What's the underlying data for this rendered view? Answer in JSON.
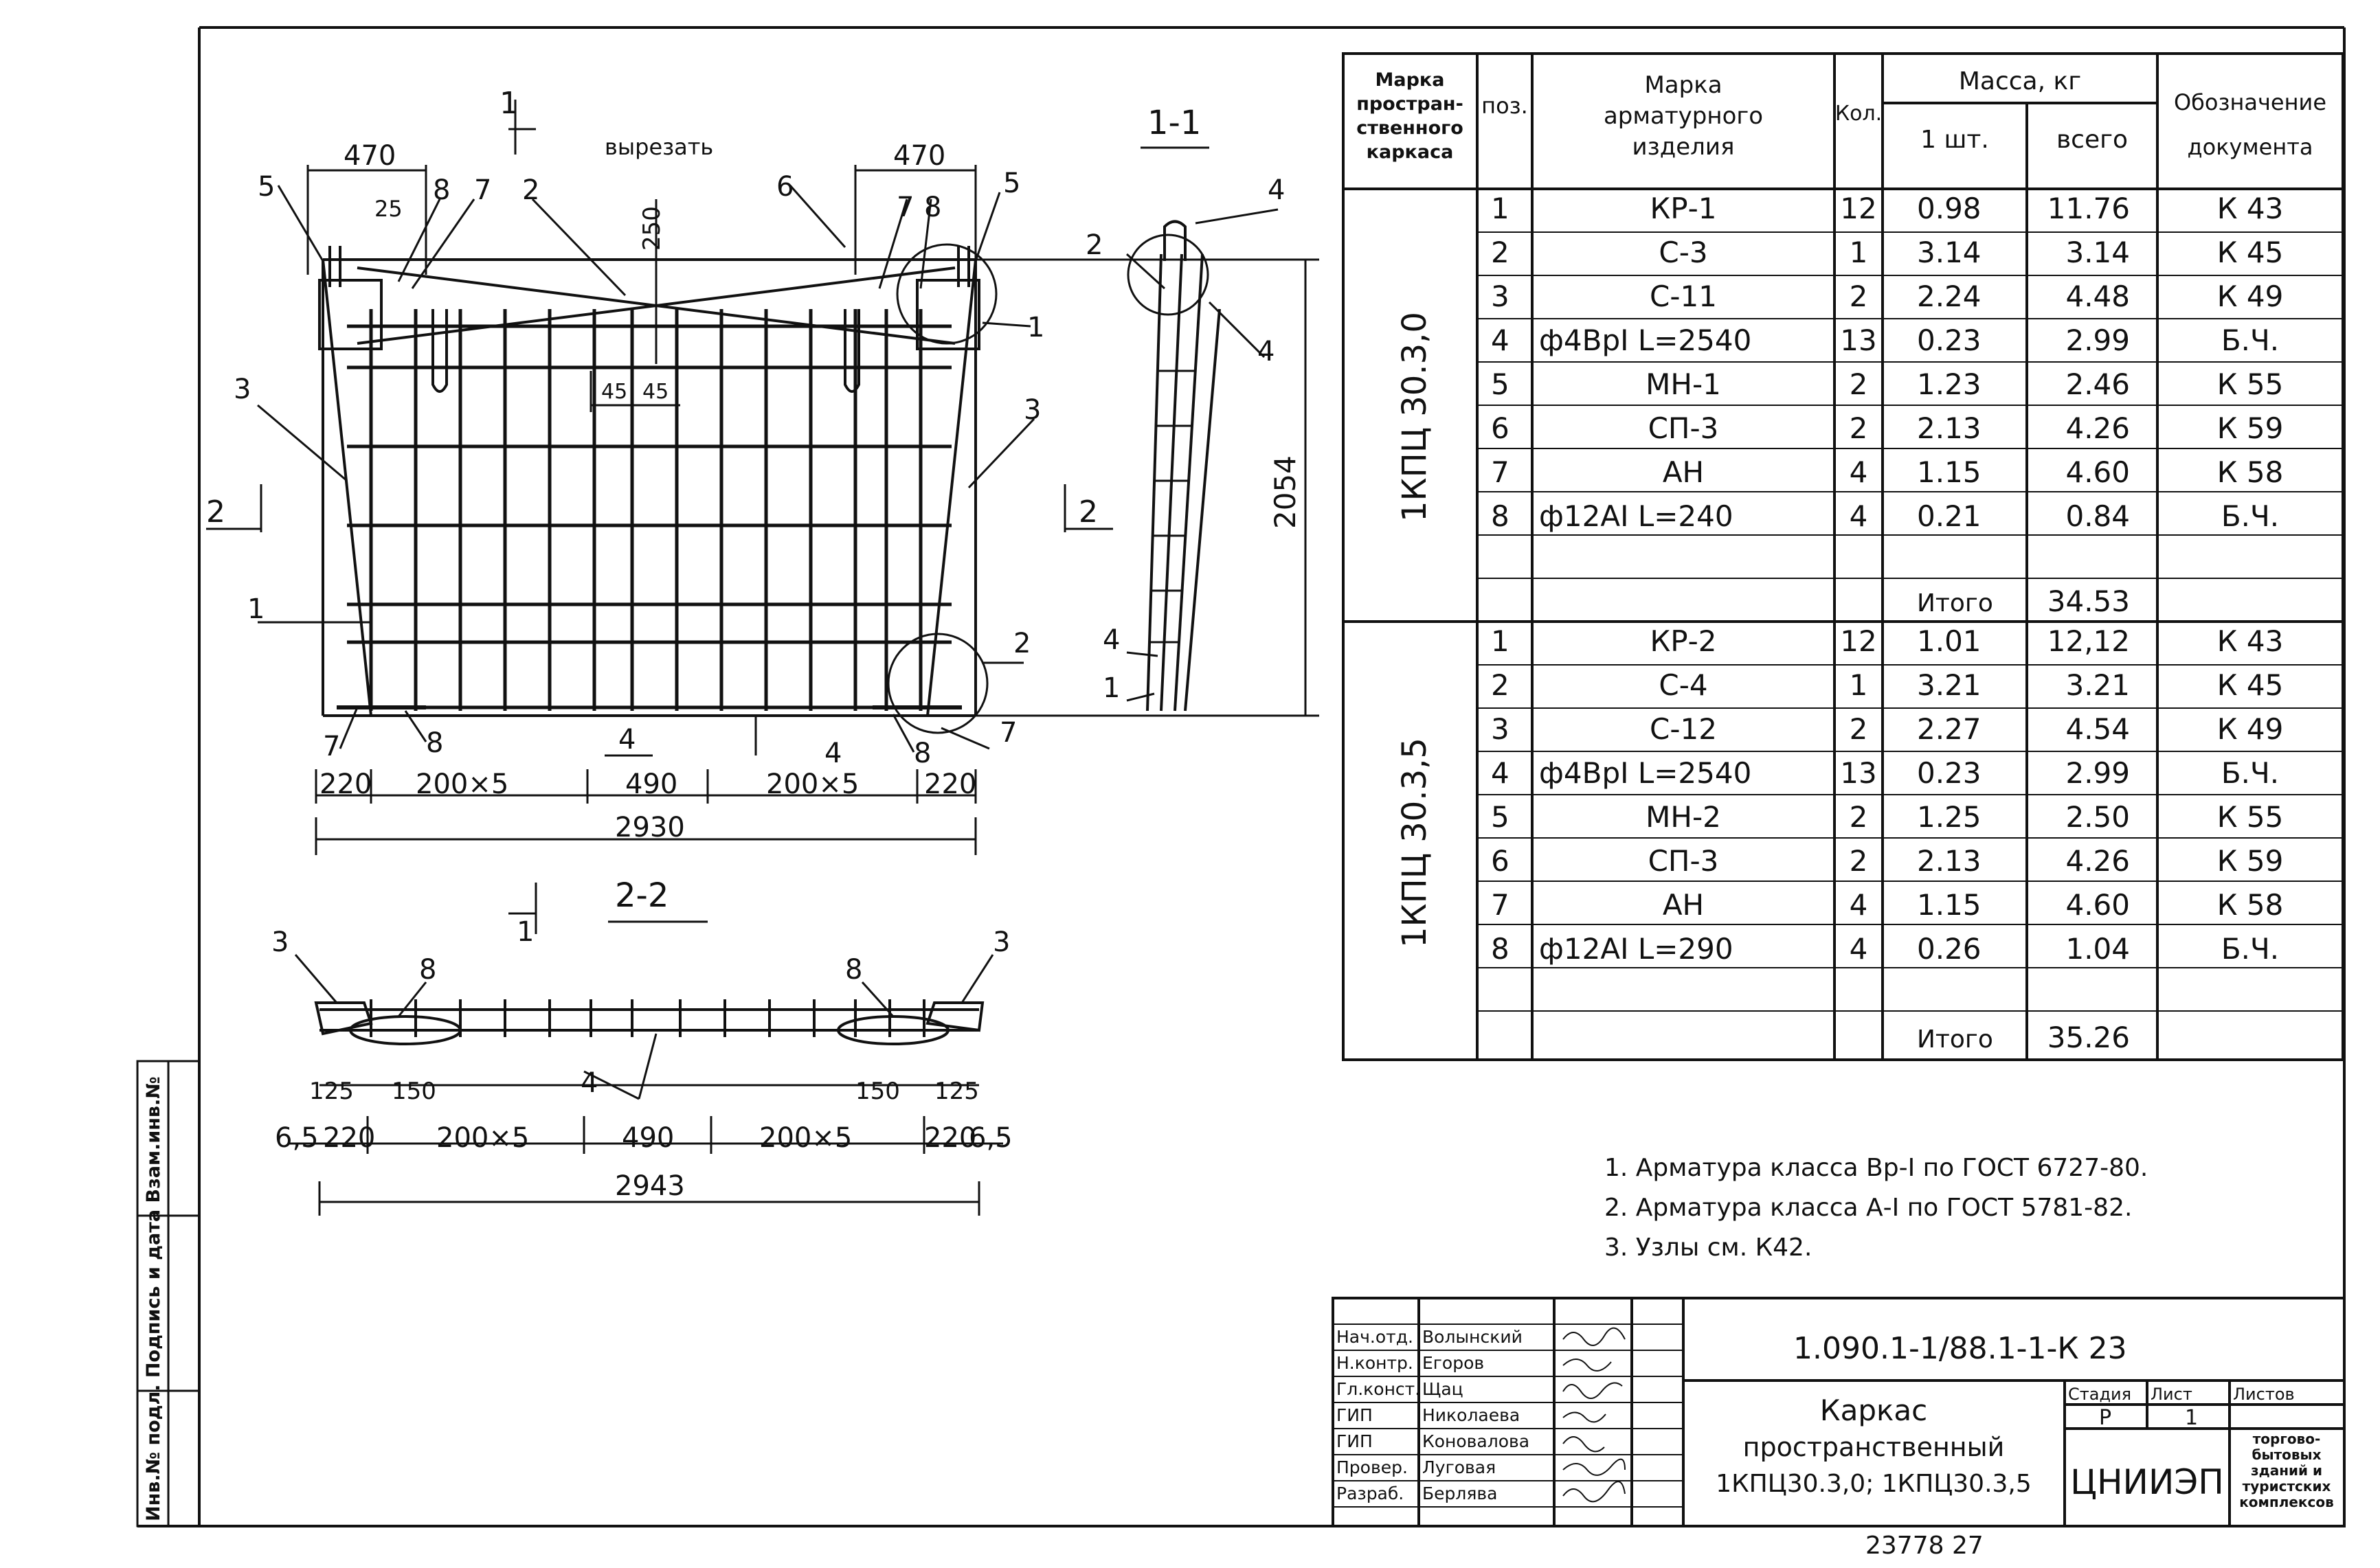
{
  "views": {
    "plan": {
      "dim_470_left": "470",
      "dim_470_right": "470",
      "label_cut": "вырезать",
      "dim_25": "25",
      "dim_250": "250",
      "dim_45a": "45",
      "dim_45b": "45",
      "dim_2054": "2054",
      "section_top": "1",
      "section_left": "2",
      "section_right": "2",
      "callouts": {
        "c5l": "5",
        "c8l": "8",
        "c7l": "7",
        "c2t": "2",
        "c6": "6",
        "c7r": "7",
        "c8r": "8",
        "c5r": "5",
        "c3l": "3",
        "c3r": "3",
        "c1l": "1",
        "c1r": "1",
        "c2r": "2",
        "c7bl": "7",
        "c8bl": "8",
        "c4b1": "4",
        "c4b2": "4",
        "c8br": "8",
        "c7br": "7"
      },
      "bottom_dims": {
        "d220a": "220",
        "d200a": "200×5",
        "d490": "490",
        "d200b": "200×5",
        "d220b": "220",
        "total": "2930"
      }
    },
    "section_1_1": {
      "title": "1-1",
      "callouts": {
        "c4a": "4",
        "c2": "2",
        "c4b": "4",
        "c4c": "4",
        "c1": "1"
      }
    },
    "section_2_2": {
      "title": "2-2",
      "marker": "1",
      "callouts": {
        "c3l": "3",
        "c8l": "8",
        "c8r": "8",
        "c3r": "3",
        "c4": "4"
      },
      "dims": {
        "d125l": "125",
        "d150l": "150",
        "d150r": "150",
        "d125r": "125",
        "d65l": "6,5",
        "d220l": "220",
        "d200l": "200×5",
        "d490": "490",
        "d200r": "200×5",
        "d220r": "220",
        "d65r": "6,5",
        "total": "2943"
      }
    }
  },
  "spec_table": {
    "headers": {
      "frame_mark": "Марка простран- ственного каркаса",
      "pos": "поз.",
      "product_mark": "Марка арматурного изделия",
      "qty": "Кол.",
      "mass": "Масса, кг",
      "mass_one": "1 шт.",
      "mass_total": "всего",
      "doc": "Обозначение документа"
    },
    "groups": [
      {
        "frame": "1КПЦ 30.3,0",
        "rows": [
          {
            "pos": "1",
            "mark": "КР-1",
            "qty": "12",
            "one": "0.98",
            "total": "11.76",
            "doc": "К 43"
          },
          {
            "pos": "2",
            "mark": "С-3",
            "qty": "1",
            "one": "3.14",
            "total": "3.14",
            "doc": "К 45"
          },
          {
            "pos": "3",
            "mark": "С-11",
            "qty": "2",
            "one": "2.24",
            "total": "4.48",
            "doc": "К 49"
          },
          {
            "pos": "4",
            "mark": "ф4ВрI L=2540",
            "qty": "13",
            "one": "0.23",
            "total": "2.99",
            "doc": "Б.Ч."
          },
          {
            "pos": "5",
            "mark": "МН-1",
            "qty": "2",
            "one": "1.23",
            "total": "2.46",
            "doc": "К 55"
          },
          {
            "pos": "6",
            "mark": "СП-3",
            "qty": "2",
            "one": "2.13",
            "total": "4.26",
            "doc": "К 59"
          },
          {
            "pos": "7",
            "mark": "АН",
            "qty": "4",
            "one": "1.15",
            "total": "4.60",
            "doc": "К 58"
          },
          {
            "pos": "8",
            "mark": "ф12АI  L=240",
            "qty": "4",
            "one": "0.21",
            "total": "0.84",
            "doc": "Б.Ч."
          }
        ],
        "total_label": "Итого",
        "total": "34.53"
      },
      {
        "frame": "1КПЦ 30.3,5",
        "rows": [
          {
            "pos": "1",
            "mark": "КР-2",
            "qty": "12",
            "one": "1.01",
            "total": "12,12",
            "doc": "К 43"
          },
          {
            "pos": "2",
            "mark": "С-4",
            "qty": "1",
            "one": "3.21",
            "total": "3.21",
            "doc": "К 45"
          },
          {
            "pos": "3",
            "mark": "С-12",
            "qty": "2",
            "one": "2.27",
            "total": "4.54",
            "doc": "К 49"
          },
          {
            "pos": "4",
            "mark": "ф4ВрI L=2540",
            "qty": "13",
            "one": "0.23",
            "total": "2.99",
            "doc": "Б.Ч."
          },
          {
            "pos": "5",
            "mark": "МН-2",
            "qty": "2",
            "one": "1.25",
            "total": "2.50",
            "doc": "К 55"
          },
          {
            "pos": "6",
            "mark": "СП-3",
            "qty": "2",
            "one": "2.13",
            "total": "4.26",
            "doc": "К 59"
          },
          {
            "pos": "7",
            "mark": "АН",
            "qty": "4",
            "one": "1.15",
            "total": "4.60",
            "doc": "К 58"
          },
          {
            "pos": "8",
            "mark": "ф12АI L=290",
            "qty": "4",
            "one": "0.26",
            "total": "1.04",
            "doc": "Б.Ч."
          }
        ],
        "total_label": "Итого",
        "total": "35.26"
      }
    ]
  },
  "notes": [
    "1. Арматура класса Вр-I по ГОСТ 6727-80.",
    "2. Арматура класса А-I по ГОСТ 5781-82.",
    "3. Узлы см. К42."
  ],
  "title_block": {
    "doc_code": "1.090.1-1/88.1-1-К 23",
    "title_line1": "Каркас",
    "title_line2": "пространственный",
    "title_line3": "1КПЦ30.3,0; 1КПЦ30.3,5",
    "org": "ЦНИИЭП",
    "stage_label": "Стадия",
    "sheet_label": "Лист",
    "sheets_label": "Листов",
    "stage": "Р",
    "sheet": "1",
    "sheets_note": [
      "торгово-",
      "бытовых",
      "зданий и",
      "туристских",
      "комплексов"
    ],
    "signers": [
      {
        "role": "Нач.отд.",
        "name": "Волынский"
      },
      {
        "role": "Н.контр.",
        "name": "Егоров"
      },
      {
        "role": "Гл.конст.",
        "name": "Щац"
      },
      {
        "role": "ГИП",
        "name": "Николаева"
      },
      {
        "role": "ГИП",
        "name": "Коновалова"
      },
      {
        "role": "Провер.",
        "name": "Луговая"
      },
      {
        "role": "Разраб.",
        "name": "Берлява"
      }
    ]
  },
  "side_stamp": "Инв.№ подл.  Подпись и дата  Взам.инв.№",
  "bottom_number": "23778  27"
}
